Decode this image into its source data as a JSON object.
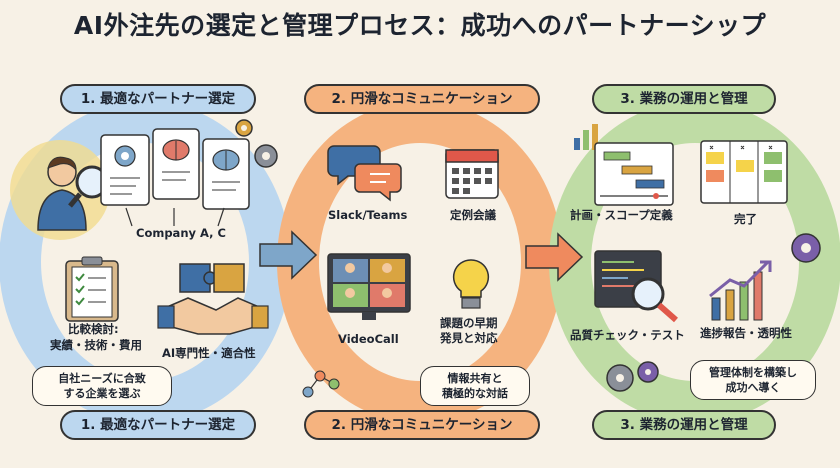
{
  "title": "AI外注先の選定と管理プロセス：成功へのパートナーシップ",
  "colors": {
    "blue": "#bcd7ef",
    "orange": "#f5b37f",
    "green": "#bfdca5",
    "background": "#f7f1e6"
  },
  "sections": [
    {
      "header": "1. 最適なパートナー選定",
      "footer": "1. 最適なパートナー選定",
      "labels": {
        "companies": "Company A, C",
        "compare_line1": "比較検討:",
        "compare_line2": "実績・技術・費用",
        "ai": "AI専門性・適合性"
      },
      "bubble_line1": "自社ニーズに合致",
      "bubble_line2": "する企業を選ぶ"
    },
    {
      "header": "2. 円滑なコミュニケーション",
      "footer": "2. 円滑なコミュニケーション",
      "labels": {
        "chat": "Slack/Teams",
        "meeting": "定例会議",
        "video": "VideoCall",
        "issue_line1": "課題の早期",
        "issue_line2": "発見と対応"
      },
      "bubble_line1": "情報共有と",
      "bubble_line2": "積極的な対話"
    },
    {
      "header": "3. 業務の運用と管理",
      "footer": "3. 業務の運用と管理",
      "labels": {
        "plan": "計画・スコープ定義",
        "done": "完了",
        "quality": "品質チェック・テスト",
        "progress": "進捗報告・透明性"
      },
      "bubble_line1": "管理体制を構築し",
      "bubble_line2": "成功へ導く"
    }
  ]
}
